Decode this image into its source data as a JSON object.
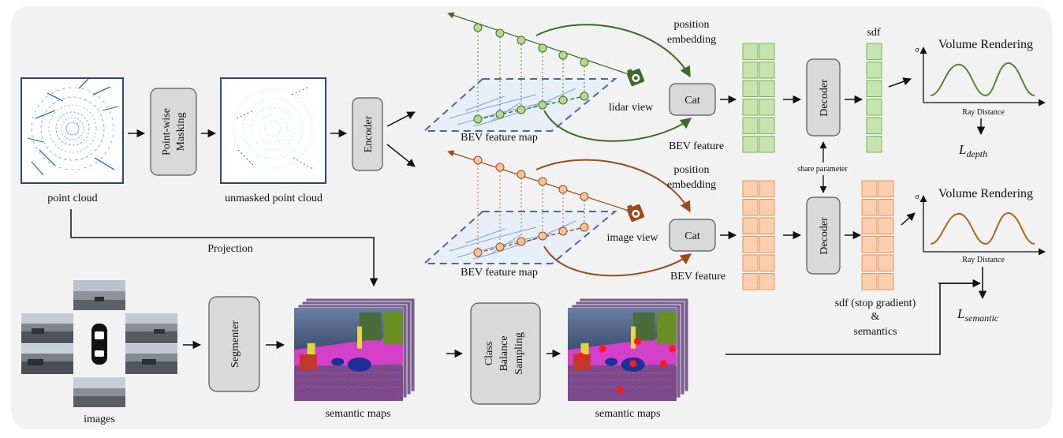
{
  "labels": {
    "point_cloud": "point cloud",
    "point_wise_masking_1": "Point-wise",
    "point_wise_masking_2": "Masking",
    "unmasked_point_cloud": "unmasked point cloud",
    "encoder": "Encoder",
    "bev_feature_map_top": "BEV feature map",
    "bev_feature_map_bottom": "BEV feature map",
    "position_embedding_top_1": "position",
    "position_embedding_top_2": "embedding",
    "position_embedding_bottom_1": "position",
    "position_embedding_bottom_2": "embedding",
    "lidar_view": "lidar view",
    "image_view": "image view",
    "cat_top": "Cat",
    "cat_bottom": "Cat",
    "bev_feature_top": "BEV feature",
    "bev_feature_bottom": "BEV feature",
    "decoder_top": "Decoder",
    "decoder_bottom": "Decoder",
    "share_parameter": "share parameter",
    "sdf": "sdf",
    "volume_rendering_top": "Volume Rendering",
    "volume_rendering_bottom": "Volume Rendering",
    "sigma_top": "σ",
    "sigma_bottom": "σ",
    "ray_distance_top": "Ray Distance",
    "ray_distance_bottom": "Ray Distance",
    "l_depth_base": "L",
    "l_depth_sub": "depth",
    "l_semantic_base": "L",
    "l_semantic_sub": "semantic",
    "sdf_stop_gradient": "sdf (stop gradient)",
    "ampersand": "&",
    "semantics": "semantics",
    "projection": "Projection",
    "images": "images",
    "segmenter": "Segmenter",
    "semantic_maps_1": "semantic maps",
    "class_balance_1": "Class",
    "class_balance_2": "Balance",
    "class_balance_3": "Sampling",
    "semantic_maps_2": "semantic maps"
  },
  "colors": {
    "background_panel": "#f2f2f2",
    "box_fill": "#d9d9d9",
    "green": "#3f6b2a",
    "green_light": "#c7e3b0",
    "green_node": "#b4d98f",
    "orange": "#9a4b17",
    "orange_light": "#f9cfb0",
    "orange_node": "#f6c39b",
    "bev_dash": "#4a6a9a"
  }
}
